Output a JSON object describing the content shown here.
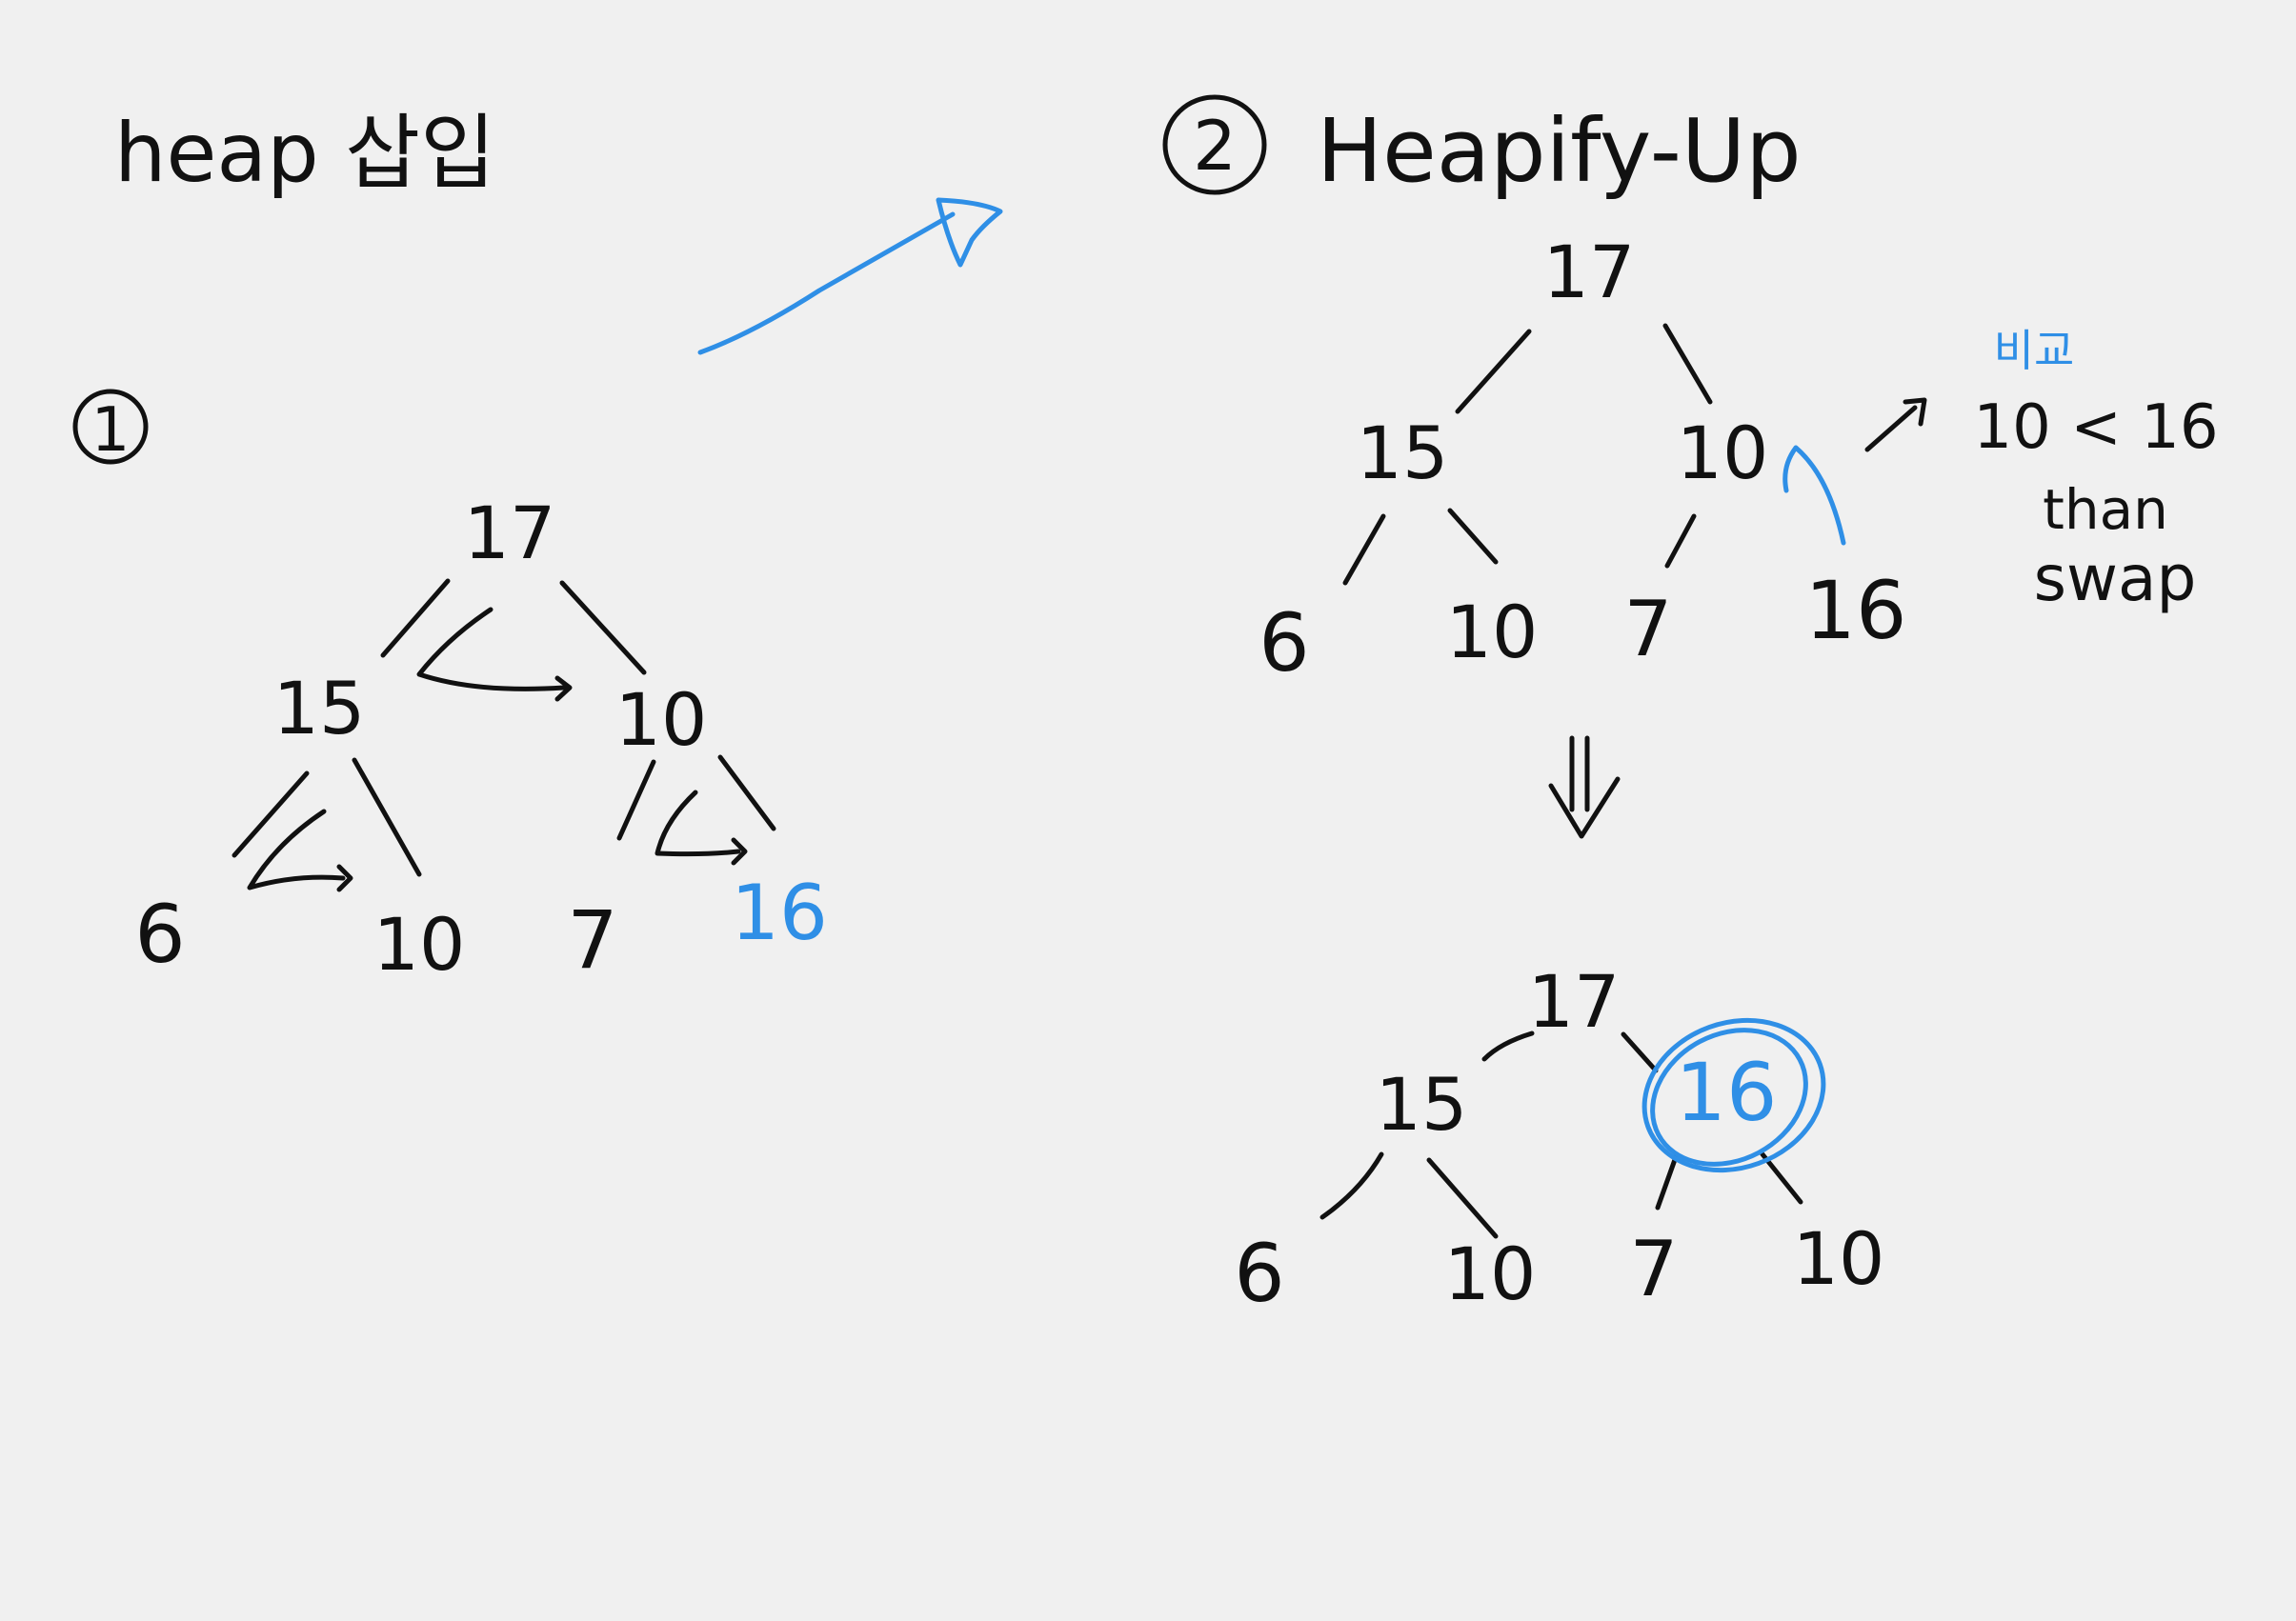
{
  "title": "heap 삽입",
  "step1": {
    "label": "1",
    "tree": {
      "root": "17",
      "level1": [
        "15",
        "10"
      ],
      "level2": [
        "6",
        "10",
        "7",
        "16"
      ]
    }
  },
  "step2": {
    "label": "2",
    "heading": "Heapify-Up",
    "tree_before": {
      "root": "17",
      "level1": [
        "15",
        "10"
      ],
      "level2": [
        "6",
        "10",
        "7",
        "16"
      ]
    },
    "note": {
      "label": "비교",
      "comparison": "10 < 16",
      "line2": "than",
      "line3": "swap"
    },
    "tree_after": {
      "root": "17",
      "level1": [
        "15",
        "16"
      ],
      "level2": [
        "6",
        "10",
        "7",
        "10"
      ]
    }
  },
  "colors": {
    "ink": "#111111",
    "highlight": "#2f8fe6",
    "background": "#f0f0f0"
  }
}
